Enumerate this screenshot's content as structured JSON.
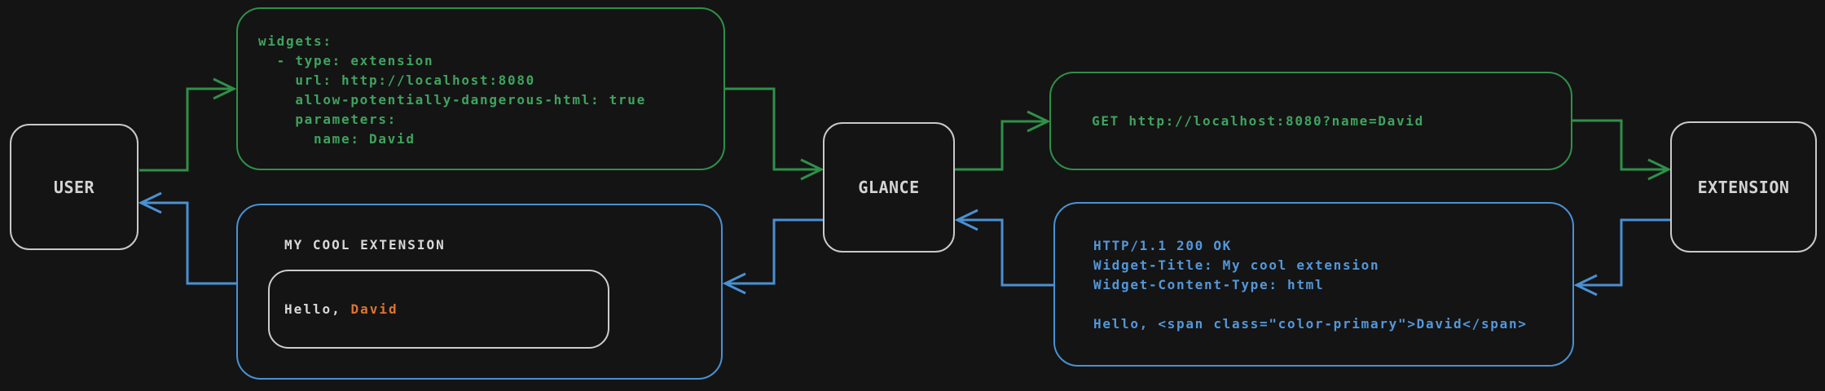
{
  "colors": {
    "background": "#141414",
    "node_border": "#c9c9c9",
    "node_label": "#d4d4d4",
    "green_stroke": "#2f9049",
    "green_text": "#3fa35d",
    "blue_stroke": "#4a90d4",
    "blue_text": "#5397da",
    "orange": "#de7430",
    "white_text": "#d8d8d8",
    "inner_border": "#cccccc"
  },
  "nodes": {
    "user": {
      "label": "USER"
    },
    "glance": {
      "label": "GLANCE"
    },
    "extension": {
      "label": "EXTENSION"
    }
  },
  "config_box": {
    "lines": [
      "widgets:",
      "  - type: extension",
      "    url: http://localhost:8080",
      "    allow-potentially-dangerous-html: true",
      "    parameters:",
      "      name: David"
    ]
  },
  "request_box": {
    "text": "GET http://localhost:8080?name=David"
  },
  "response_box": {
    "lines": [
      "HTTP/1.1 200 OK",
      "Widget-Title: My cool extension",
      "Widget-Content-Type: html",
      "",
      "Hello, <span class=\"color-primary\">David</span>"
    ]
  },
  "widget_box": {
    "title": "MY COOL EXTENSION",
    "greeting_prefix": "Hello, ",
    "greeting_name": "David"
  }
}
